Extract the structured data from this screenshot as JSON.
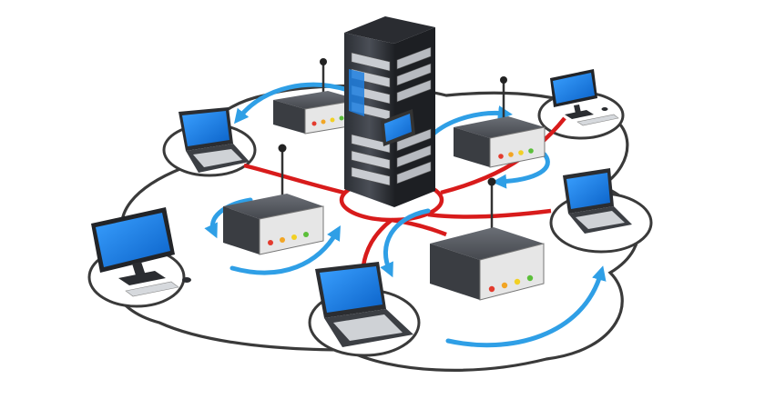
{
  "diagram": {
    "type": "network-topology-illustration",
    "nodes": [
      {
        "id": "server",
        "icon": "server-rack-icon"
      },
      {
        "id": "router-top-left",
        "icon": "router-icon"
      },
      {
        "id": "router-top-right",
        "icon": "router-icon"
      },
      {
        "id": "router-middle",
        "icon": "router-icon"
      },
      {
        "id": "router-bottom-right",
        "icon": "router-icon"
      },
      {
        "id": "laptop-top-left",
        "icon": "laptop-icon"
      },
      {
        "id": "desktop-top-right",
        "icon": "desktop-computer-icon"
      },
      {
        "id": "laptop-right",
        "icon": "laptop-icon"
      },
      {
        "id": "desktop-left",
        "icon": "desktop-computer-icon"
      },
      {
        "id": "laptop-bottom",
        "icon": "laptop-icon"
      }
    ],
    "colors": {
      "ring": "#3a3a3a",
      "link": "#d81b1b",
      "arrow": "#2f9fe6",
      "screen": "#1e7fe0",
      "device_body": "#4a4d53",
      "device_face": "#e8e8e8",
      "led_red": "#e33b2e",
      "led_orange": "#f2a524",
      "led_green": "#5cbf3a"
    }
  }
}
